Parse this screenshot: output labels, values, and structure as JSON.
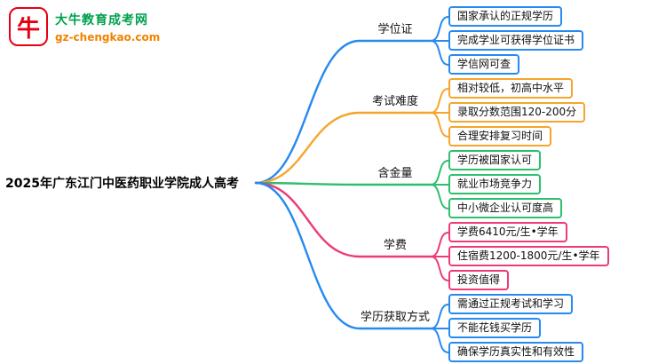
{
  "logo": {
    "site_name": "大牛教育成考网",
    "site_url": "gz-chengkao.com",
    "icon_glyph": "牛",
    "brand_red": "#e60012",
    "brand_green": "#00a14b",
    "brand_orange": "#f08300"
  },
  "main_topic": "2025年广东江门中医药职业学院成人高考",
  "branches": [
    {
      "label": "学位证",
      "color": "#268af0",
      "children": [
        "国家承认的正规学历",
        "完成学业可获得学位证书",
        "学信网可查"
      ]
    },
    {
      "label": "考试难度",
      "color": "#f6a52c",
      "children": [
        "相对较低，初高中水平",
        "录取分数范围120-200分",
        "合理安排复习时间"
      ]
    },
    {
      "label": "含金量",
      "color": "#2ebf6e",
      "children": [
        "学历被国家认可",
        "就业市场竞争力",
        "中小微企业认可度高"
      ]
    },
    {
      "label": "学费",
      "color": "#ee3a77",
      "children": [
        "学费6410元/生•学年",
        "住宿费1200-1800元/生•学年",
        "投资值得"
      ]
    },
    {
      "label": "学历获取方式",
      "color": "#268af0",
      "children": [
        "需通过正规考试和学习",
        "不能花钱买学历",
        "确保学历真实性和有效性"
      ]
    }
  ]
}
